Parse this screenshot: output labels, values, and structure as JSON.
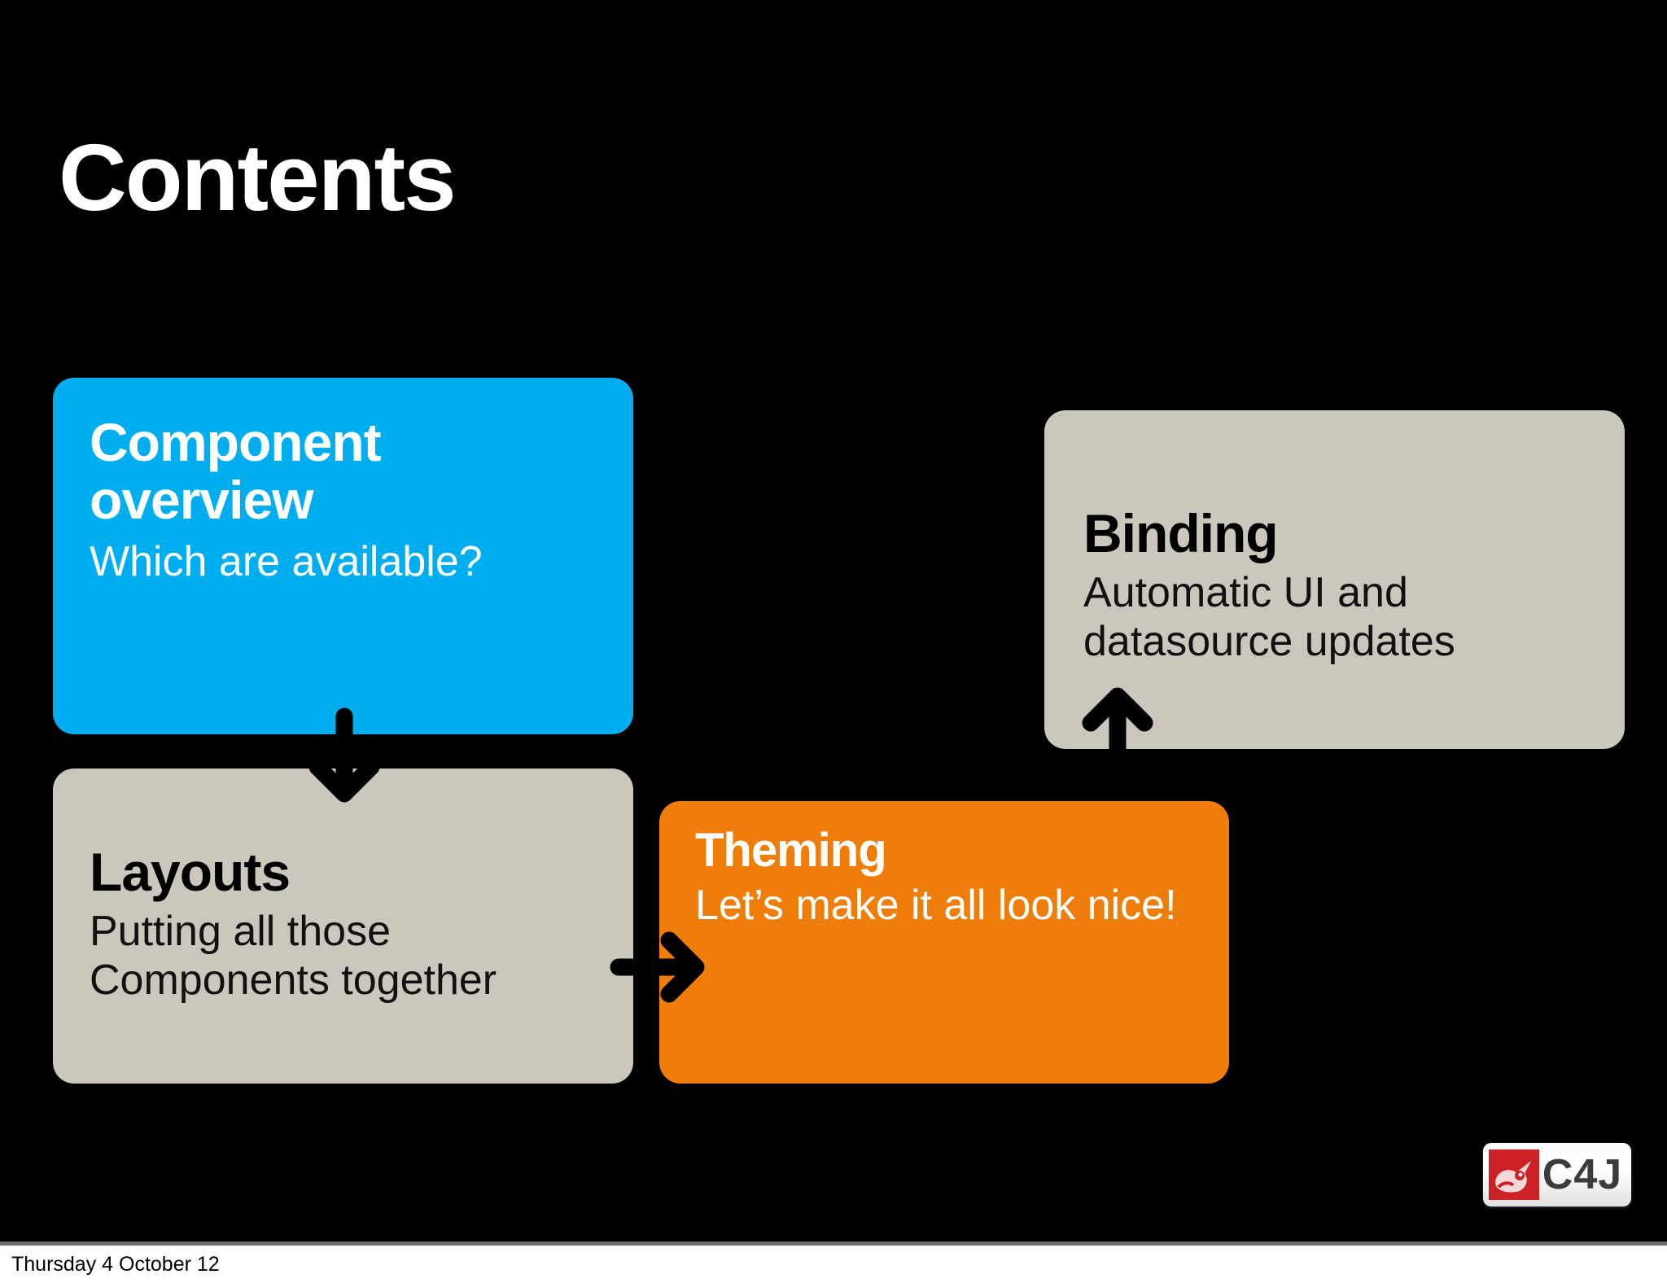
{
  "slide": {
    "title": "Contents",
    "background_color": "#000000"
  },
  "cards": [
    {
      "id": "component-overview",
      "heading": "Component\noverview",
      "subtitle": "Which are available?",
      "color": "#00AEEF",
      "text_color": "#FFFFFF"
    },
    {
      "id": "binding",
      "heading": "Binding",
      "subtitle": "Automatic UI and\ndatasource updates",
      "color": "#CCC7BC",
      "text_color": "#000000"
    },
    {
      "id": "layouts",
      "heading": "Layouts",
      "subtitle": "Putting all those\nComponents together",
      "color": "#CCC7BC",
      "text_color": "#000000"
    },
    {
      "id": "theming",
      "heading": "Theming",
      "subtitle": "Let’s make it all look nice!",
      "color": "#EE7D0A",
      "text_color": "#FFFFFF"
    }
  ],
  "arrows": [
    {
      "id": "component-to-layouts",
      "direction": "down",
      "color": "#000000"
    },
    {
      "id": "layouts-to-theming",
      "direction": "right",
      "color": "#000000"
    },
    {
      "id": "theming-to-binding",
      "direction": "up",
      "color": "#000000"
    }
  ],
  "brand": {
    "text": "C4J",
    "mark_color": "#CC2127"
  },
  "footer": {
    "date": "Thursday 4 October 12"
  }
}
